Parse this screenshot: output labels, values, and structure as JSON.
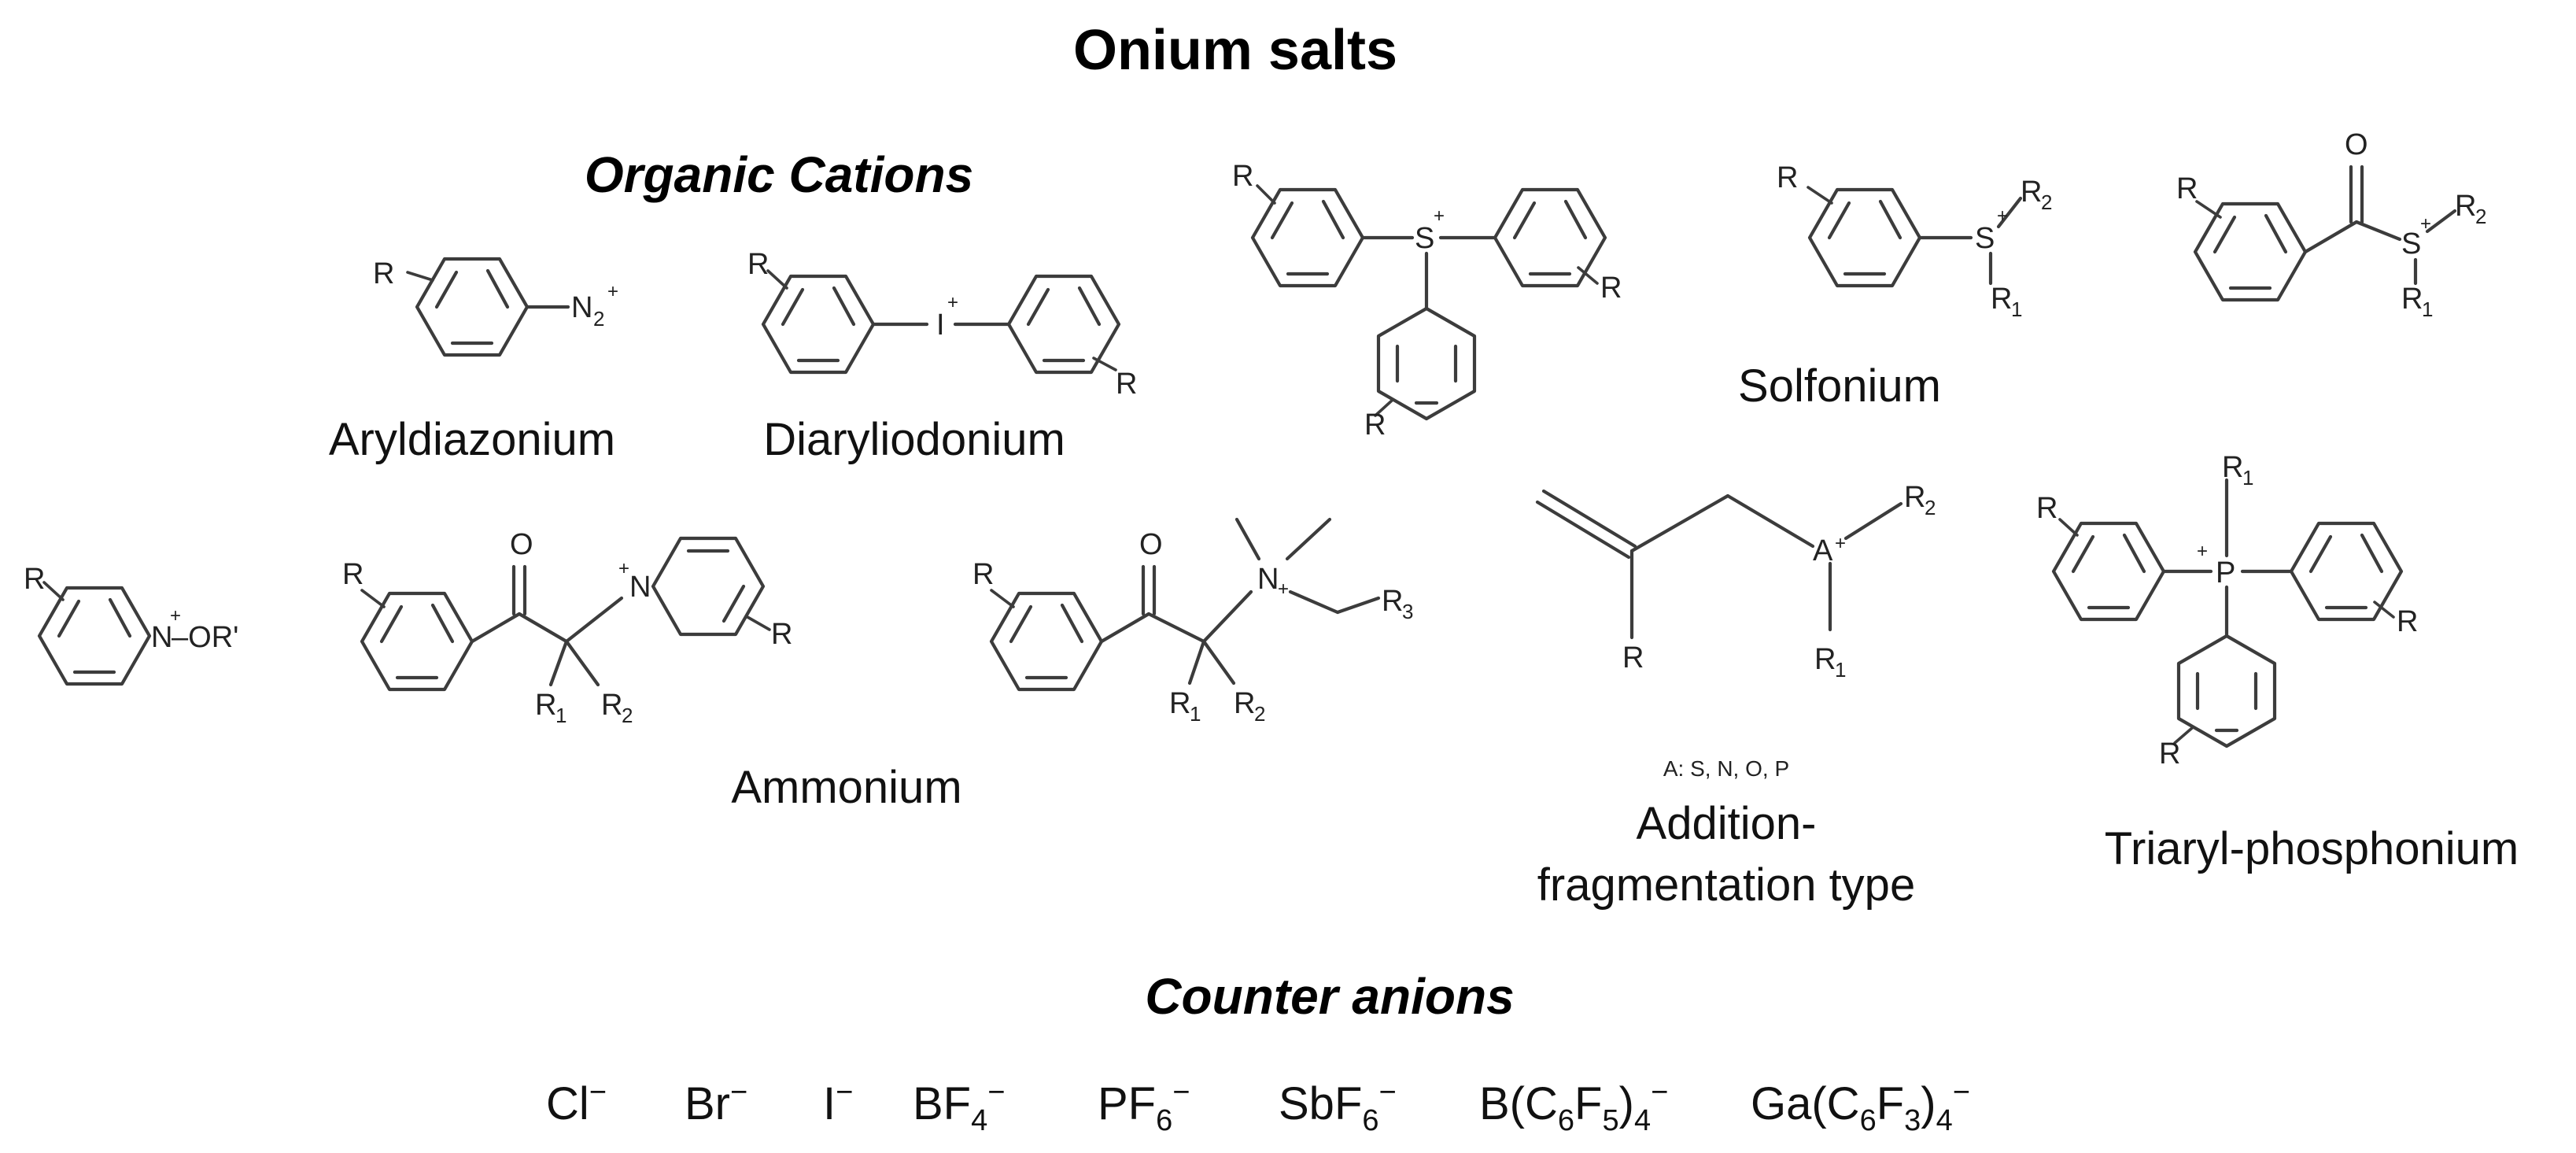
{
  "title": "Onium salts",
  "sections": {
    "cations": "Organic Cations",
    "anions": "Counter anions"
  },
  "labels": {
    "aryldiazonium": "Aryldiazonium",
    "diaryliodonium": "Diaryliodonium",
    "solfonium": "Solfonium",
    "ammonium": "Ammonium",
    "addition_1": "Addition-",
    "addition_2": "fragmentation type",
    "addition_note": "A: S, N, O, P",
    "triaryl": "Triaryl-phosphonium"
  },
  "atoms": {
    "R": "R",
    "N": "N",
    "I": "I",
    "S": "S",
    "P": "P",
    "A": "A",
    "O": "O",
    "OR": "OR'",
    "dash_OR": "–OR'",
    "plus": "+",
    "sub1": "1",
    "sub2": "2",
    "sub3": "3"
  },
  "anions": [
    {
      "base": "Cl",
      "parts": [],
      "charge": "−"
    },
    {
      "base": "Br",
      "parts": [],
      "charge": "−"
    },
    {
      "base": "I",
      "parts": [],
      "charge": "−"
    },
    {
      "base": "BF",
      "parts": [
        "4"
      ],
      "charge": "−"
    },
    {
      "base": "PF",
      "parts": [
        "6"
      ],
      "charge": "−"
    },
    {
      "base": "SbF",
      "parts": [
        "6"
      ],
      "charge": "−"
    },
    {
      "base": "B(C",
      "parts": [
        "6",
        "F",
        "5",
        ")",
        "4"
      ],
      "charge": "−"
    },
    {
      "base": "Ga(C",
      "parts": [
        "6",
        "F",
        "3",
        ")",
        "4"
      ],
      "charge": "−"
    }
  ]
}
